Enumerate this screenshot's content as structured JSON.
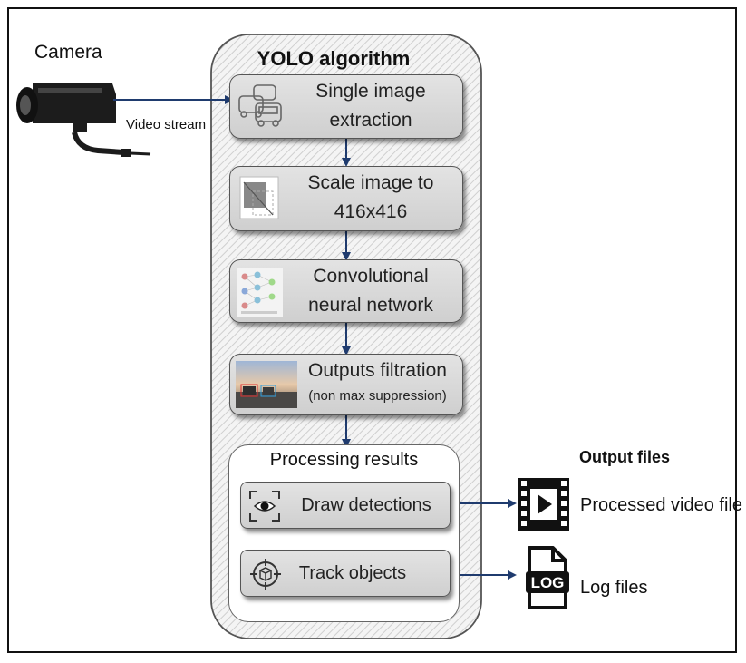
{
  "camera": {
    "label": "Camera",
    "stream_label": "Video stream"
  },
  "yolo": {
    "title": "YOLO algorithm"
  },
  "steps": [
    {
      "lines": [
        "Single image",
        "extraction"
      ]
    },
    {
      "lines": [
        "Scale image to",
        "416x416"
      ]
    },
    {
      "lines": [
        "Convolutional",
        "neural network"
      ]
    },
    {
      "lines": [
        "Outputs filtration",
        "(non max suppression)"
      ]
    }
  ],
  "processing": {
    "title": "Processing results",
    "items": [
      {
        "label": "Draw detections"
      },
      {
        "label": "Track objects"
      }
    ]
  },
  "outputs": {
    "title": "Output files",
    "files": [
      {
        "label": "Processed video file"
      },
      {
        "label": "Log files",
        "icon_text": "LOG"
      }
    ]
  },
  "colors": {
    "arrow": "#1f3b6e",
    "panel_hatch": "#d8d8d8",
    "box_fill": "#d6d6d6"
  }
}
